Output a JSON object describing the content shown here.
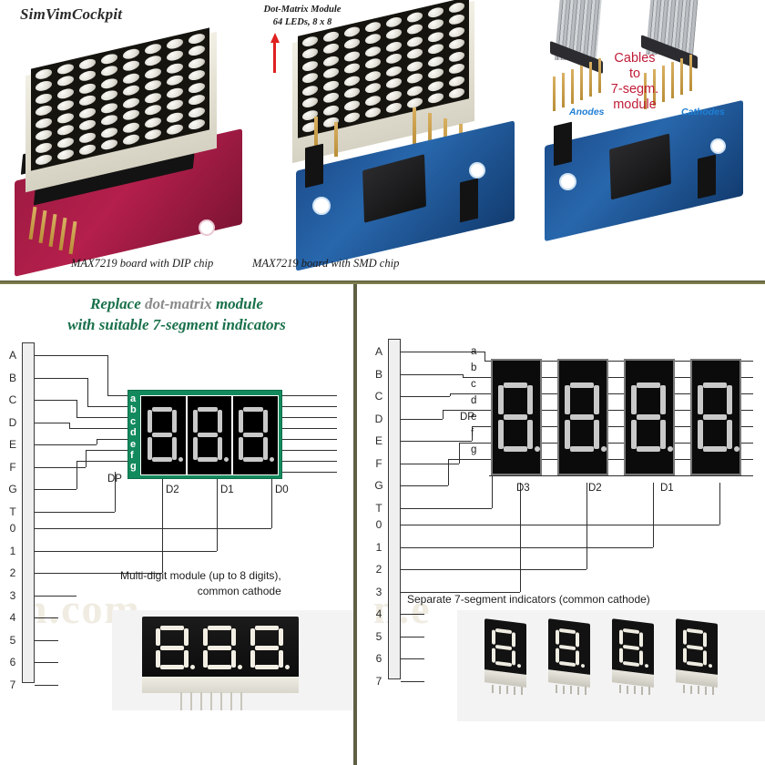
{
  "brand": "SimVimCockpit",
  "top": {
    "dot_matrix_label_line1": "Dot-Matrix  Module",
    "dot_matrix_label_line2": "64 LEDs, 8 x 8",
    "caption_dip": "MAX7219 board with DIP chip",
    "caption_smd": "MAX7219 board with SMD chip",
    "cables_label": "Cables\nto\n7-segm.\nmodule",
    "cables_line1": "Cables",
    "cables_line2": "to",
    "cables_line3": "7-segm.",
    "cables_line4": "module",
    "anodes_label": "Anodes",
    "cathodes_label": "Cathodes",
    "arrow_color": "#e02020",
    "cables_color": "#c01c38",
    "blue_label_color": "#1f7fd4"
  },
  "left_panel": {
    "title_part1": "Replace ",
    "title_dotmatrix": "dot-matrix",
    "title_part2": " module",
    "title_line2": "with  suitable 7-segment indicators",
    "title_color": "#18704a",
    "segment_letters": [
      "a",
      "b",
      "c",
      "d",
      "e",
      "f",
      "g"
    ],
    "dp_label": "DP",
    "rail_pins_top": [
      "A",
      "B",
      "C",
      "D",
      "E",
      "F",
      "G",
      "T"
    ],
    "rail_pins_bottom": [
      "0",
      "1",
      "2",
      "3",
      "4",
      "5",
      "6",
      "7"
    ],
    "digit_labels": [
      "D2",
      "D1",
      "D0"
    ],
    "note_line1": "Multi-digit  module (up to 8  digits),",
    "note_line2": "common cathode",
    "module_color": "#138a5e",
    "digit_count": 3,
    "watermark": "n.com"
  },
  "right_panel": {
    "segment_letters": [
      "a",
      "b",
      "c",
      "d",
      "e",
      "f",
      "g"
    ],
    "dp_label": "DP",
    "rail_pins_top": [
      "A",
      "B",
      "C",
      "D",
      "E",
      "F",
      "G",
      "T"
    ],
    "rail_pins_bottom": [
      "0",
      "1",
      "2",
      "3",
      "4",
      "5",
      "6",
      "7"
    ],
    "digit_labels": [
      "D3",
      "D2",
      "D1"
    ],
    "note": "Separate 7-segment indicators (common cathode)",
    "indicator_count": 4,
    "photo_indicator_count": 4,
    "watermark": "n.e"
  },
  "dividers": {
    "horizontal_color": "#5d5c3c",
    "vertical_color": "#5f5f44"
  }
}
